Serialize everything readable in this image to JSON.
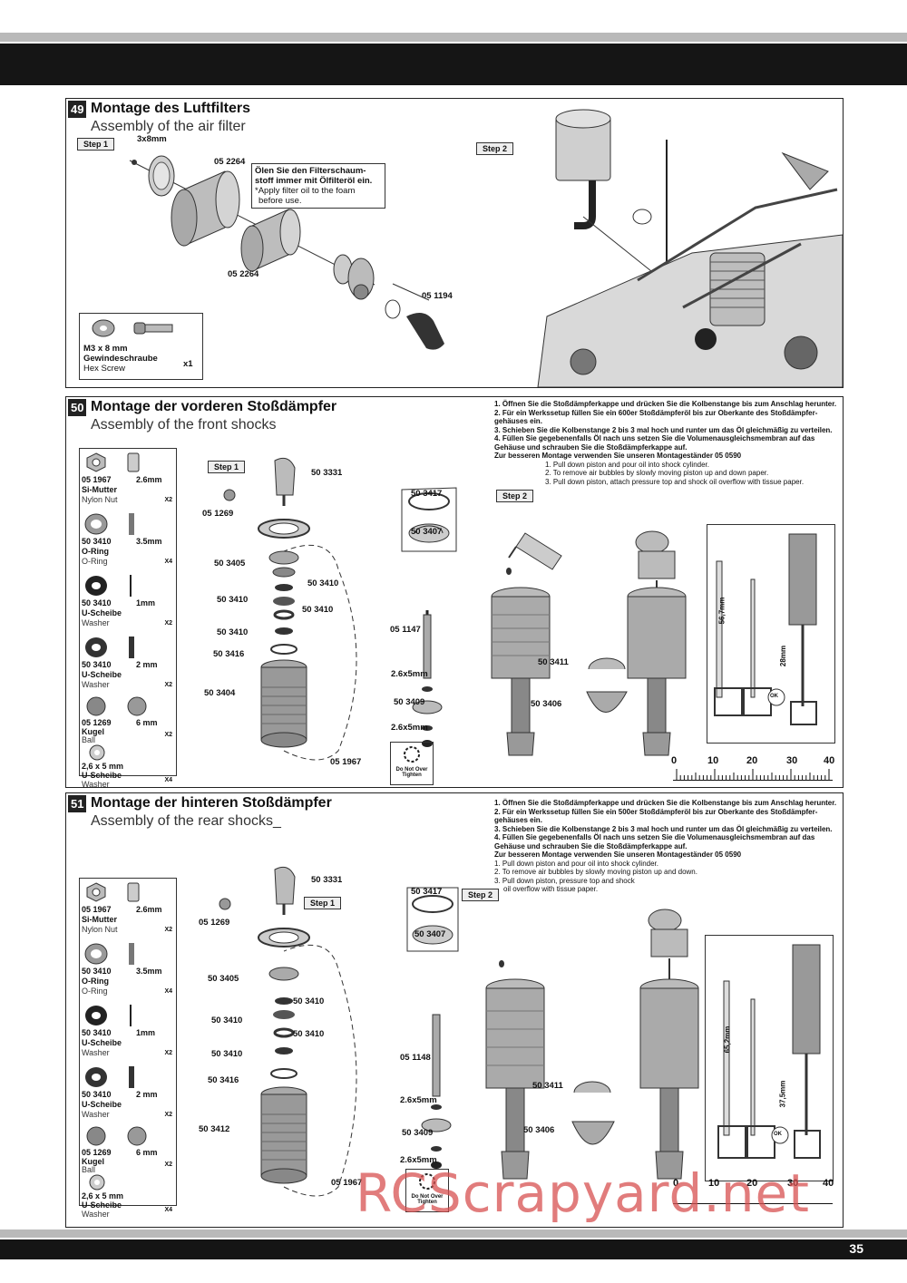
{
  "page": {
    "number": "35"
  },
  "step49": {
    "num": "49",
    "title_de": "Montage des Luftfilters",
    "title_en": "Assembly of the air filter",
    "step1": "Step 1",
    "step2": "Step 2",
    "screw_size": "3x8mm",
    "part_top": "05 2264",
    "part_bottom": "05 2264",
    "part_elbow": "05 1194",
    "note_de_1": "Ölen Sie den Filterschaum-",
    "note_de_2": "stoff immer mit Ölfilteröl ein.",
    "note_en_1": "*Apply filter oil to the foam",
    "note_en_2": "before use.",
    "hw_size": "M3 x 8 mm",
    "hw_de": "Gewindeschraube",
    "hw_en": "Hex Screw",
    "hw_qty": "x1"
  },
  "step50": {
    "num": "50",
    "title_de": "Montage der vorderen Stoßdämpfer",
    "title_en": "Assembly of the front shocks",
    "step1": "Step 1",
    "step2": "Step 2",
    "instructions_de": [
      "1.  Öffnen Sie die Stoßdämpferkappe und drücken Sie die Kolbenstange bis zum Anschlag herunter.",
      "2.  Für ein Werkssetup füllen Sie ein 600er Stoßdämpferöl bis zur Oberkante des Stoßdämpfer-gehäuses ein.",
      "3.  Schieben Sie die Kolbenstange 2 bis 3 mal hoch und runter um das Öl gleichmäßig zu verteilen.",
      "4.  Füllen Sie gegebenenfalls Öl nach uns setzen Sie die Volumenausgleichsmembran auf das Gehäuse und schrauben Sie die Stoßdämpferkappe auf.",
      "Zur besseren Montage verwenden Sie unseren Montageständer 05 0590"
    ],
    "instructions_en": [
      "1. Pull down piston and pour oil into shock cylinder.",
      "2. To remove air bubbles by slowly moving piston up and down paper.",
      "3. Pull down piston, attach pressure top and shock oil overflow with tissue paper."
    ],
    "hardware": [
      {
        "code": "05 1967",
        "size": "2.6mm",
        "de": "Si-Mutter",
        "en": "Nylon Nut",
        "qty": "X2"
      },
      {
        "code": "50 3410",
        "size": "3.5mm",
        "de": "O-Ring",
        "en": "O-Ring",
        "qty": "X4"
      },
      {
        "code": "50 3410",
        "size": "1mm",
        "de": "U-Scheibe",
        "en": "Washer",
        "qty": "X2"
      },
      {
        "code": "50 3410",
        "size": "2 mm",
        "de": "U-Scheibe",
        "en": "Washer",
        "qty": "X2"
      },
      {
        "code": "05 1269",
        "size": "6 mm",
        "de": "Kugel",
        "en": "Ball",
        "qty": "X2"
      },
      {
        "code": "2,6 x 5 mm",
        "size": "",
        "de": "U-Scheibe",
        "en": "Washer",
        "qty": "X4"
      }
    ],
    "parts": {
      "p3331": "50 3331",
      "p1269": "05 1269",
      "p3417": "50 3417",
      "p3407": "50 3407",
      "p3405": "50 3405",
      "p3410a": "50 3410",
      "p3410b": "50 3410",
      "p3410c": "50 3410",
      "p3410d": "50 3410",
      "p3416": "50 3416",
      "p1147": "05 1147",
      "p26a": "2.6x5mm",
      "p3409": "50 3409",
      "p26b": "2.6x5mm",
      "p3404": "50 3404",
      "p1967": "05 1967",
      "p3411": "50 3411",
      "p3406": "50 3406"
    },
    "dim1": "56,7mm",
    "dim2": "28mm",
    "ok": "OK",
    "donot": "Do Not Over Tighten",
    "ruler": [
      "0",
      "10",
      "20",
      "30",
      "40"
    ]
  },
  "step51": {
    "num": "51",
    "title_de": "Montage der hinteren  Stoßdämpfer",
    "title_en": "Assembly of the rear shocks_",
    "step1": "Step 1",
    "step2": "Step 2",
    "instructions_de": [
      "1.  Öffnen Sie die Stoßdämpferkappe und drücken Sie die Kolbenstange bis zum Anschlag herunter.",
      "2.  Für ein Werkssetup füllen Sie ein 500er Stoßdämpferöl bis zur Oberkante des Stoßdämpfer-gehäuses ein.",
      "3.  Schieben Sie die Kolbenstange 2 bis 3 mal hoch und runter um das Öl gleichmäßig zu verteilen.",
      "4.  Füllen Sie gegebenenfalls Öl nach uns setzen Sie die Volumenausgleichsmembran auf das Gehäuse und schrauben Sie die Stoßdämpferkappe auf.",
      "Zur besseren Montage verwenden Sie unseren Montageständer 05 0590"
    ],
    "instructions_en": [
      "1. Pull down piston and pour oil into shock cylinder.",
      "2. To remove air bubbles by slowly moving piston up and down.",
      "3.  Pull down piston, pressure top and shock",
      "oil overflow with tissue paper."
    ],
    "hardware": [
      {
        "code": "05 1967",
        "size": "2.6mm",
        "de": "Si-Mutter",
        "en": "Nylon Nut",
        "qty": "X2"
      },
      {
        "code": "50 3410",
        "size": "3.5mm",
        "de": "O-Ring",
        "en": "O-Ring",
        "qty": "X4"
      },
      {
        "code": "50 3410",
        "size": "1mm",
        "de": "U-Scheibe",
        "en": "Washer",
        "qty": "X2"
      },
      {
        "code": "50 3410",
        "size": "2 mm",
        "de": "U-Scheibe",
        "en": "Washer",
        "qty": "X2"
      },
      {
        "code": "05 1269",
        "size": "6 mm",
        "de": "Kugel",
        "en": "Ball",
        "qty": "X2"
      },
      {
        "code": "2,6 x 5 mm",
        "size": "",
        "de": "U-Scheibe",
        "en": "Washer",
        "qty": "X4"
      }
    ],
    "parts": {
      "p3331": "50 3331",
      "p1269": "05 1269",
      "p3417": "50 3417",
      "p3407": "50 3407",
      "p3405": "50 3405",
      "p3410a": "50 3410",
      "p3410b": "50 3410",
      "p3410c": "50 3410",
      "p3410d": "50 3410",
      "p3416": "50 3416",
      "p1148": "05 1148",
      "p26a": "2.6x5mm",
      "p3409": "50 3409",
      "p26b": "2.6x5mm",
      "p3412": "50 3412",
      "p1967": "05 1967",
      "p3411": "50 3411",
      "p3406": "50 3406"
    },
    "dim1": "65,2mm",
    "dim2": "37,5mm",
    "ok": "OK",
    "donot": "Do Not Over Tighten",
    "ruler": [
      "0",
      "10",
      "20",
      "30",
      "40"
    ]
  },
  "watermark": "RCScrapyard.net"
}
